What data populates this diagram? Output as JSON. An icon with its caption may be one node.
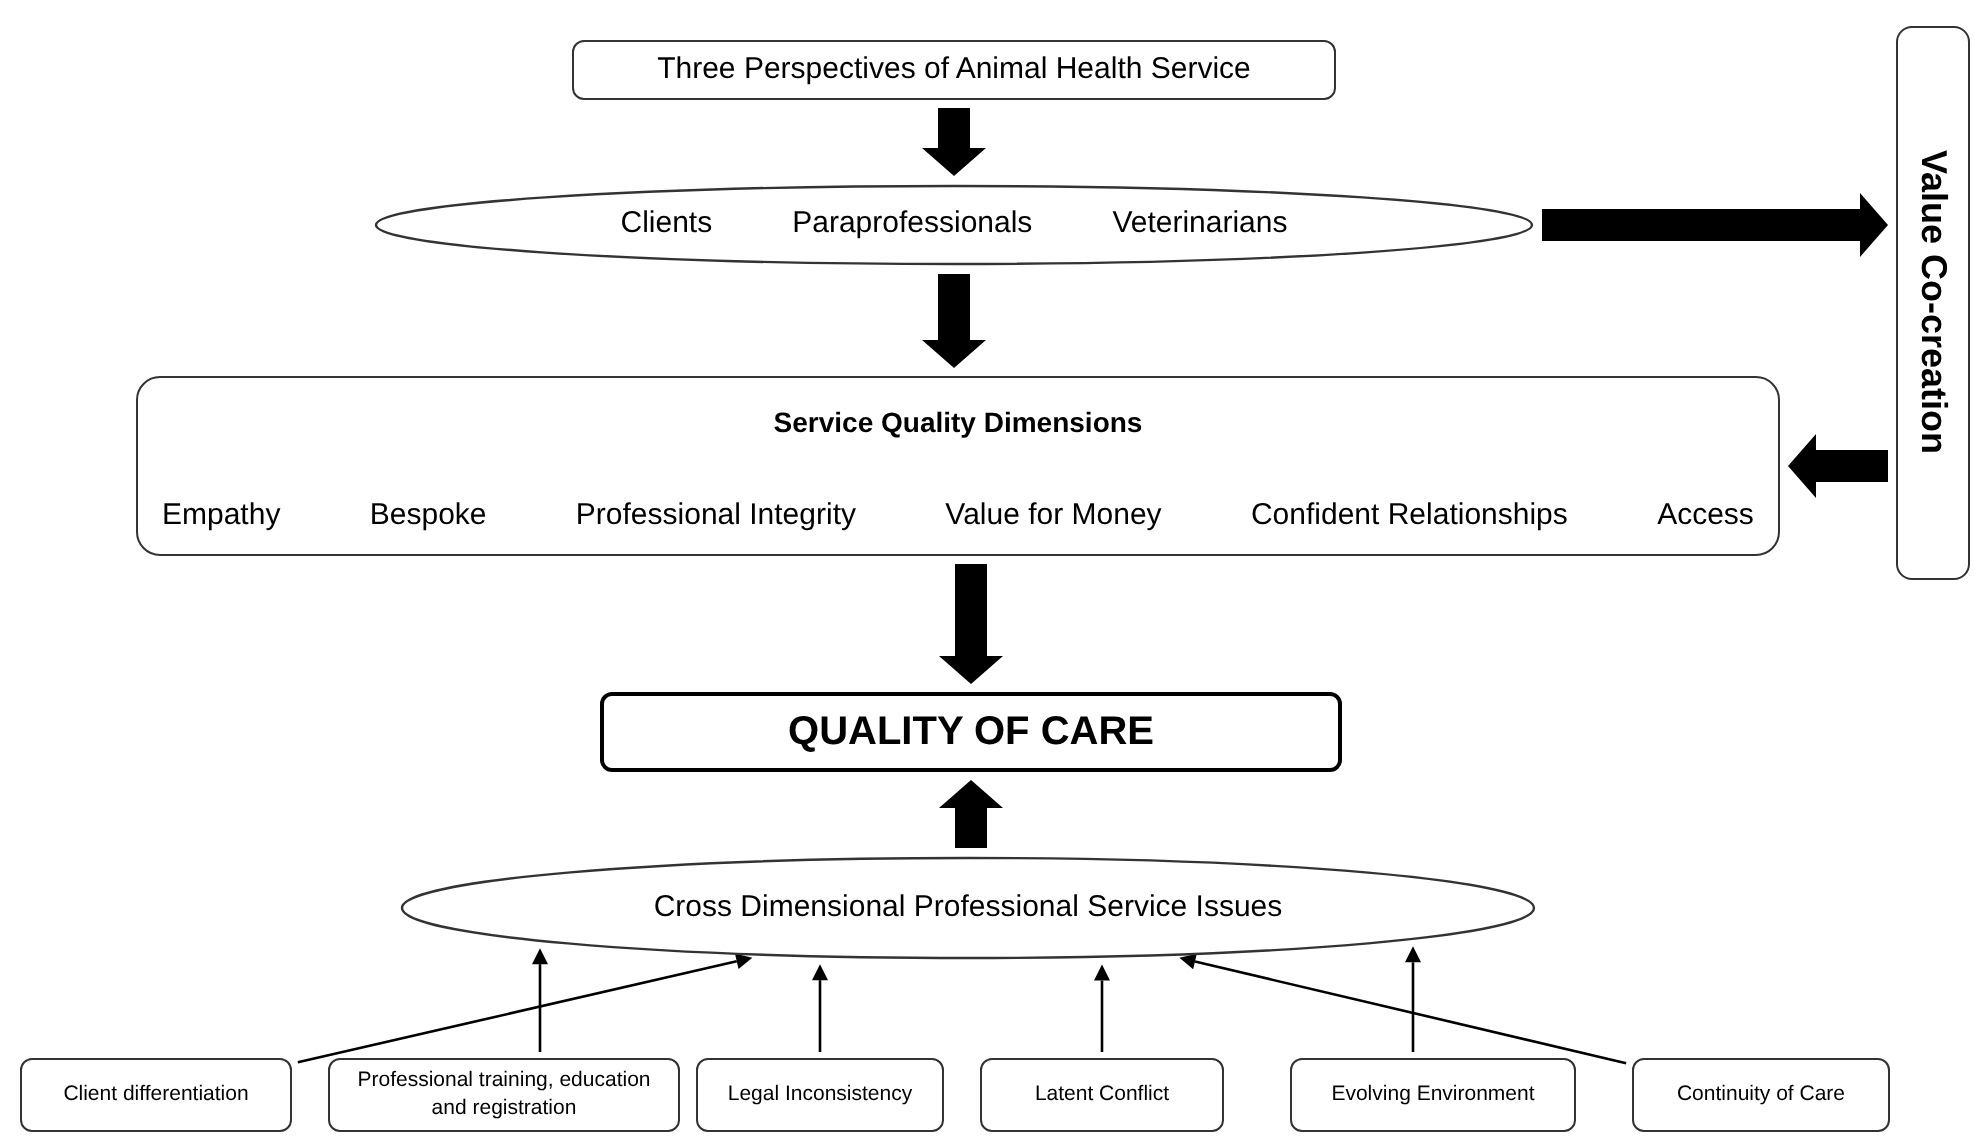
{
  "diagram": {
    "nodes": [
      {
        "text": [
          "Three Perspectives of Animal Health Service"
        ]
      },
      {
        "text": [
          "Clients",
          "Paraprofessionals",
          "Veterinarians"
        ]
      },
      {
        "text": [
          "Value Co-creation"
        ]
      },
      {
        "text": [
          "Service Quality Dimensions",
          "Empathy",
          "Bespoke",
          "Professional Integrity",
          "Value for Money",
          "Confident Relationships",
          "Access"
        ]
      },
      {
        "text": [
          "QUALITY OF CARE"
        ]
      },
      {
        "text": [
          "Cross Dimensional Professional Service Issues"
        ]
      },
      {
        "text": [
          "Client differentiation"
        ]
      },
      {
        "text": [
          "Professional training, education and registration"
        ]
      },
      {
        "text": [
          "Legal Inconsistency"
        ]
      },
      {
        "text": [
          "Latent Conflict"
        ]
      },
      {
        "text": [
          "Evolving Environment"
        ]
      },
      {
        "text": [
          "Continuity of Care"
        ]
      }
    ],
    "edges": [
      {
        "from": 0,
        "to": 1,
        "arrow": "to",
        "style": "thick"
      },
      {
        "from": 1,
        "to": 3,
        "arrow": "to",
        "style": "thick"
      },
      {
        "from": 1,
        "to": 2,
        "arrow": "to",
        "style": "thick"
      },
      {
        "from": 2,
        "to": 3,
        "arrow": "to",
        "style": "thick"
      },
      {
        "from": 3,
        "to": 4,
        "arrow": "to",
        "style": "thick"
      },
      {
        "from": 5,
        "to": 4,
        "arrow": "to",
        "style": "thick"
      },
      {
        "from": 6,
        "to": 5,
        "arrow": "to"
      },
      {
        "from": 7,
        "to": 5,
        "arrow": "to"
      },
      {
        "from": 8,
        "to": 5,
        "arrow": "to"
      },
      {
        "from": 9,
        "to": 5,
        "arrow": "to"
      },
      {
        "from": 10,
        "to": 5,
        "arrow": "to"
      },
      {
        "from": 11,
        "to": 5,
        "arrow": "to"
      }
    ]
  }
}
